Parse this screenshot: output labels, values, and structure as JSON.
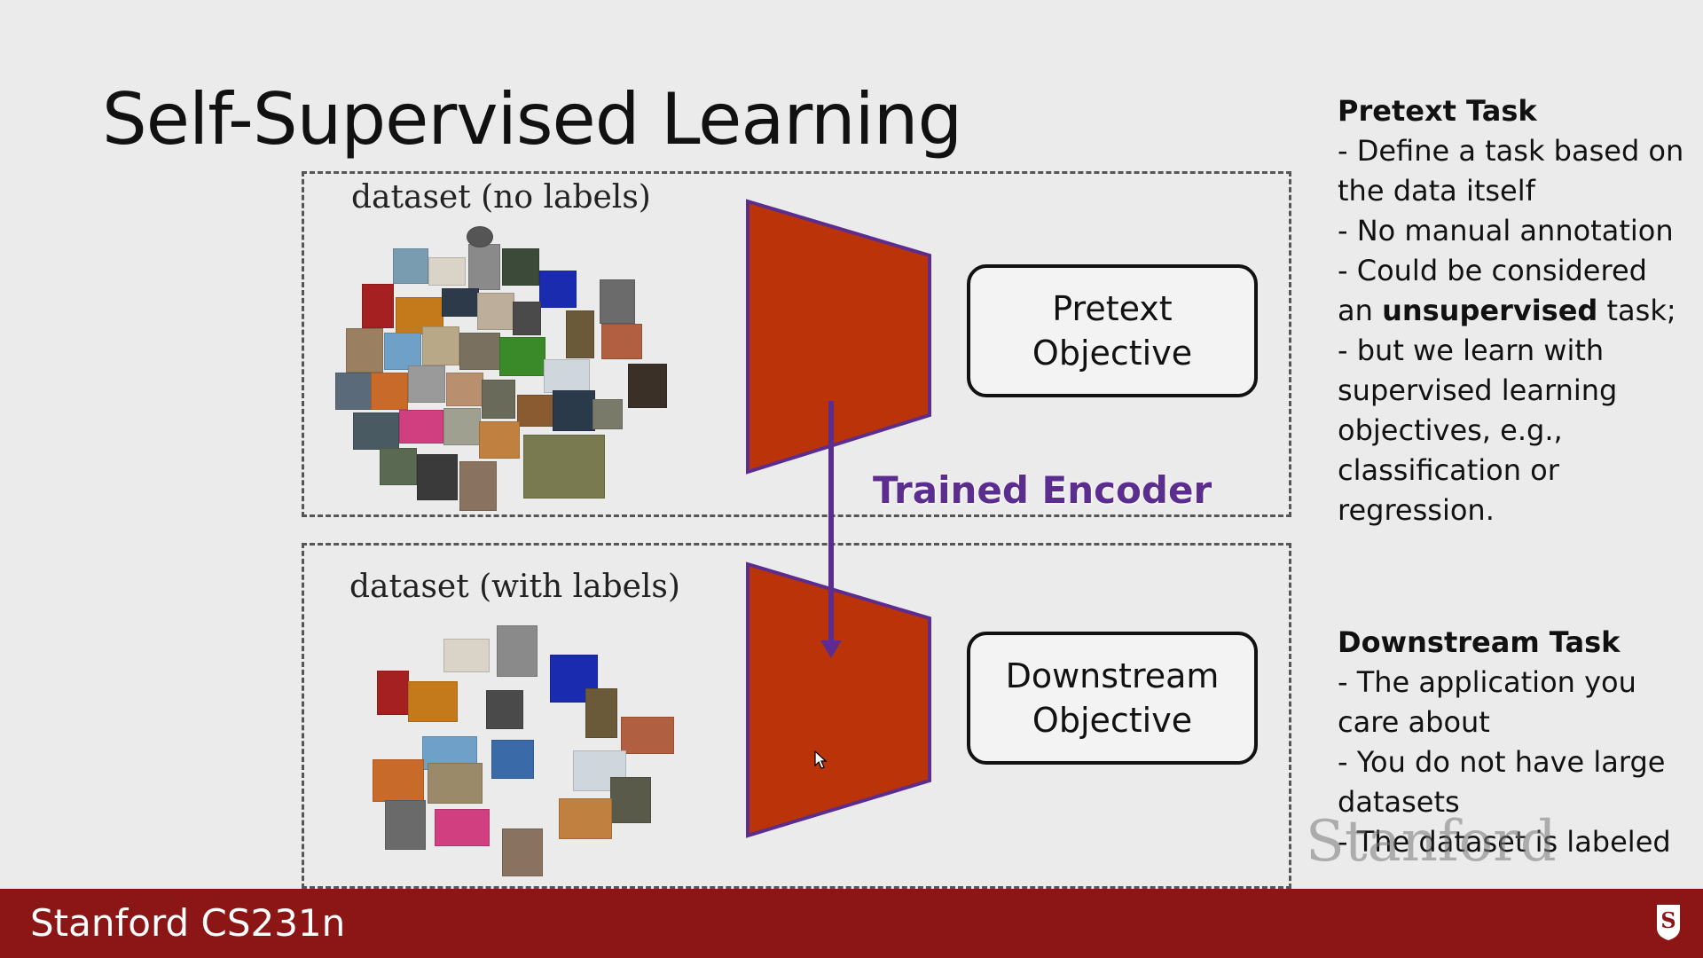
{
  "slide": {
    "title": "Self-Supervised Learning"
  },
  "diagram": {
    "top_panel": {
      "dataset_label": "dataset (no labels)",
      "objective_label": "Pretext\nObjective"
    },
    "bottom_panel": {
      "dataset_label": "dataset (with labels)",
      "objective_label": "Downstream\nObjective"
    },
    "encoder_label": "Trained Encoder",
    "colors": {
      "encoder_fill": "#bb3309",
      "encoder_edge": "#5b2d8e",
      "arrow": "#5b2d8e"
    }
  },
  "sidebar": {
    "pretext": {
      "heading": "Pretext Task",
      "line1": "- Define a task based on",
      "line2": "the data itself",
      "line3": "- No manual annotation",
      "line4": "- Could be considered",
      "line5_pre": "an ",
      "line5_bold": "unsupervised",
      "line5_post": " task;",
      "line6": "- but we learn with",
      "line7": "supervised learning",
      "line8": "objectives, e.g.,",
      "line9": "classification or",
      "line10": "regression."
    },
    "downstream": {
      "heading": "Downstream Task",
      "line1": "- The application you",
      "line2": "care about",
      "line3": "- You do not have large",
      "line4": "datasets",
      "line5": "- The dataset is labeled"
    }
  },
  "watermark": "Stanford",
  "footer": {
    "text": "Stanford CS231n",
    "logo_icon": "stanford-logo-icon",
    "background": "#8c1515"
  }
}
